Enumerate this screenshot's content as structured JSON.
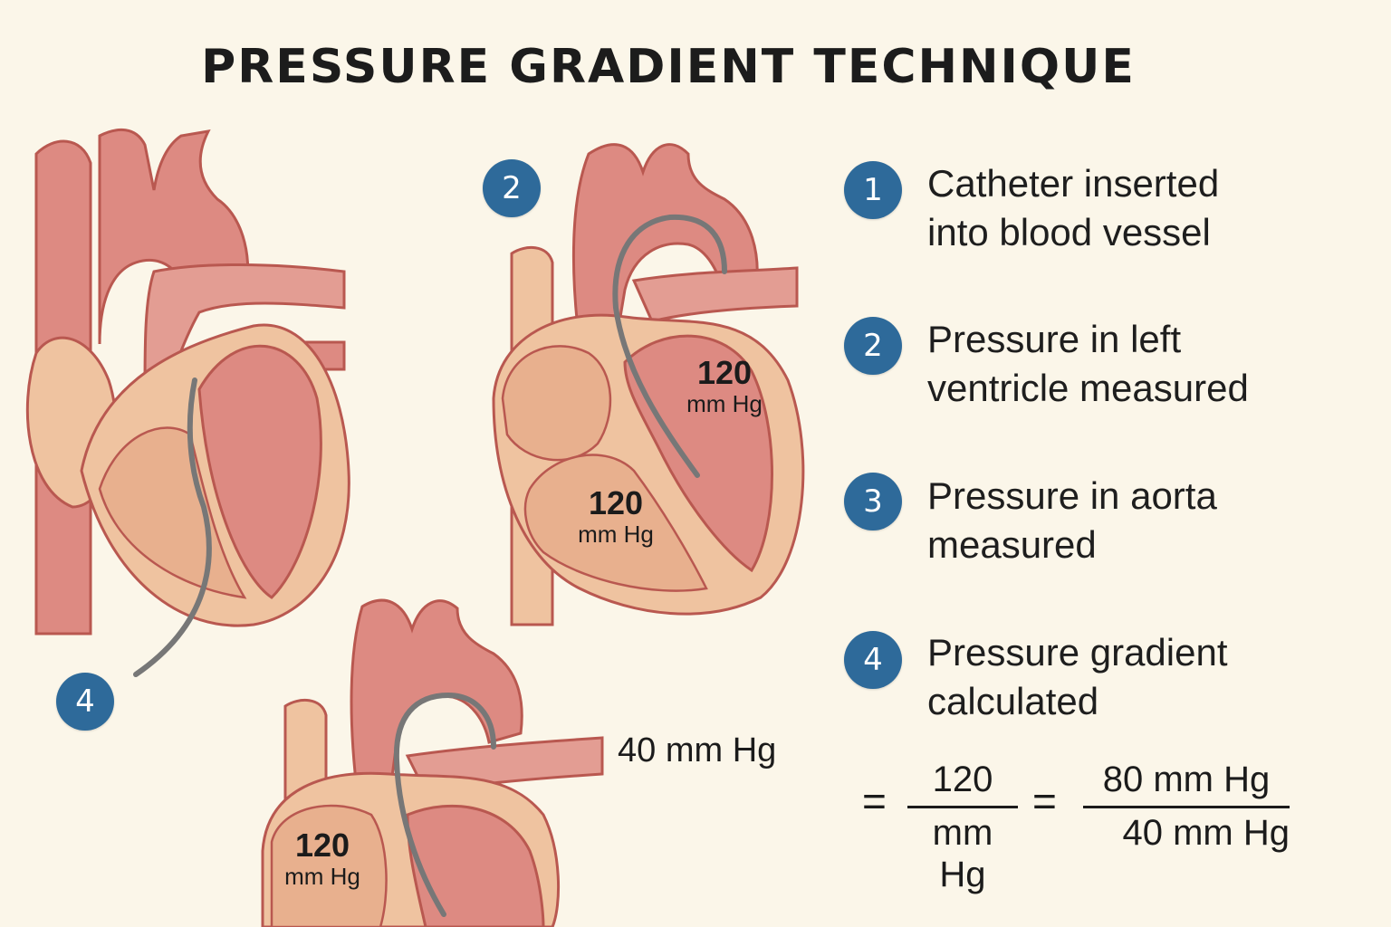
{
  "title": "PRESSURE GRADIENT TECHNIQUE",
  "colors": {
    "background": "#fbf6e9",
    "badge": "#2e6a9a",
    "vessel": "#dd8a82",
    "vessel_dark": "#b95850",
    "chamber": "#efc3a0",
    "catheter": "#777777"
  },
  "figure_badges": {
    "top_middle": "2",
    "bottom_left": "4"
  },
  "steps": [
    {
      "number": "1",
      "line1": "Catheter inserted",
      "line2": "into blood vessel"
    },
    {
      "number": "2",
      "line1": "Pressure in left",
      "line2": "ventricle measured"
    },
    {
      "number": "3",
      "line1": "Pressure in aorta",
      "line2": "measured"
    },
    {
      "number": "4",
      "line1": "Pressure gradient",
      "line2": "calculated"
    }
  ],
  "pressure_labels": {
    "heart2_right": {
      "value": "120",
      "unit": "mm Hg"
    },
    "heart2_left": {
      "value": "120",
      "unit": "mm Hg"
    },
    "heart3": {
      "value": "120",
      "unit": "mm Hg"
    },
    "aorta_reading": "40 mm Hg"
  },
  "formula": {
    "eq1": "=",
    "frac1_num": "120",
    "frac1_den": "mm Hg",
    "eq2": "=",
    "frac2_num": "80 mm Hg",
    "frac2_den": "40 mm Hg"
  }
}
